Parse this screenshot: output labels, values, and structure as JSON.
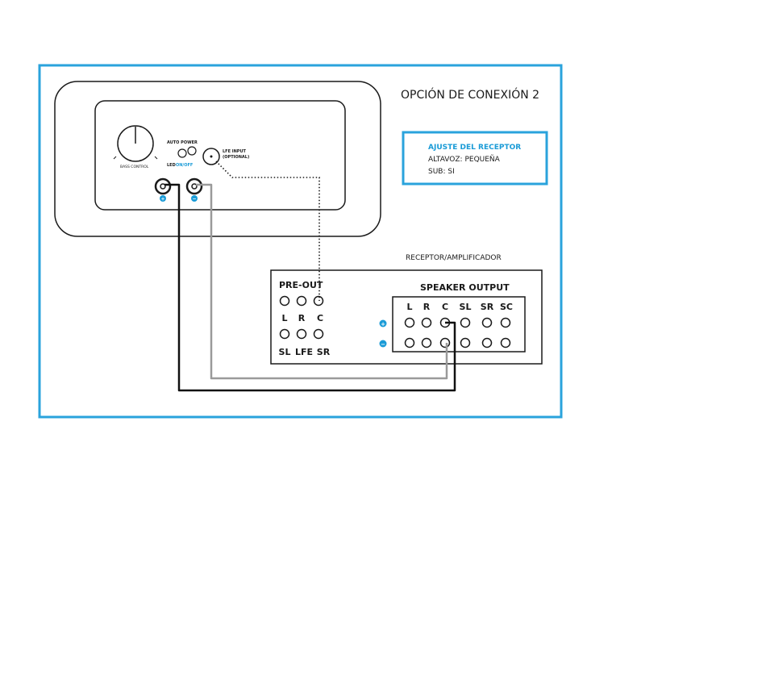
{
  "diagram": {
    "title": "OPCIÓN DE CONEXIÓN 2",
    "accent_color": "#1a9bd7",
    "frame_color": "#2aa3dc",
    "receiver_setting": {
      "heading": "AJUSTE DEL RECEPTOR",
      "speaker_line": "ALTAVOZ: PEQUEÑA",
      "sub_line": "SUB: SI"
    },
    "subwoofer": {
      "bass_control_label": "BASS CONTROL",
      "auto_power_label": "AUTO POWER",
      "led_label": "LED",
      "led_state_label": "ON/OFF",
      "lfe_input_line1": "LFE INPUT",
      "lfe_input_line2": "(OPTIONAL)",
      "plus_symbol": "+",
      "minus_symbol": "−"
    },
    "receiver": {
      "title": "RECEPTOR/AMPLIFICADOR",
      "preout_label": "PRE-OUT",
      "preout_top_labels": [
        "L",
        "R",
        "C"
      ],
      "preout_bottom_labels": [
        "SL",
        "LFE",
        "SR"
      ],
      "speaker_output_label": "SPEAKER OUTPUT",
      "speaker_channels": [
        "L",
        "R",
        "C",
        "SL",
        "SR",
        "SC"
      ],
      "plus_symbol": "+",
      "minus_symbol": "−"
    },
    "wires": [
      {
        "from": "subwoofer +",
        "to": "speaker output C +",
        "style": "black solid"
      },
      {
        "from": "subwoofer −",
        "to": "speaker output C −",
        "style": "grey solid"
      },
      {
        "from": "LFE input",
        "to": "pre-out C",
        "style": "dotted (optional)"
      }
    ]
  }
}
